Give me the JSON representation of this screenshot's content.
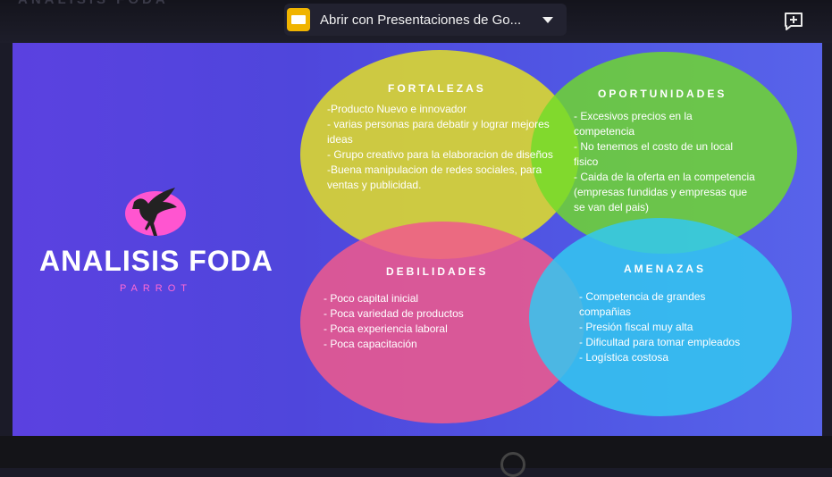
{
  "viewer": {
    "open_with_label": "Abrir con Presentaciones de Go...",
    "faded_title": "ANALISIS FODA"
  },
  "slide": {
    "title": "ANALISIS FODA",
    "subtitle": "PARROT",
    "quadrants": {
      "fortalezas": {
        "title": "FORTALEZAS",
        "items": [
          "-Producto Nuevo e innovador",
          "- varias personas para debatir y lograr mejores ideas",
          "- Grupo creativo para la elaboracion de diseños",
          "-Buena manipulacion de redes sociales, para ventas y publicidad."
        ]
      },
      "oportunidades": {
        "title": "OPORTUNIDADES",
        "items": [
          "- Excesivos precios en la competencia",
          "- No tenemos el costo de un local fisico",
          "- Caida de la oferta en la competencia (empresas fundidas y empresas que se van del pais)"
        ]
      },
      "debilidades": {
        "title": "DEBILIDADES",
        "items": [
          "- Poco capital inicial",
          "- Poca variedad de productos",
          "- Poca experiencia laboral",
          "- Poca capacitación"
        ]
      },
      "amenazas": {
        "title": "AMENAZAS",
        "items": [
          "- Competencia de grandes compañias",
          "- Presión fiscal muy alta",
          "- Dificultad para tomar empleados",
          "- Logística costosa"
        ]
      }
    }
  },
  "colors": {
    "fortalezas": "#e2de28",
    "oportunidades": "#70dc28",
    "debilidades": "#f05a8c",
    "amenazas": "#32c8f0",
    "brand_accent": "#ff55d0"
  },
  "icons": [
    "slides-icon",
    "dropdown-caret-icon",
    "add-comment-icon",
    "parrot-logo-icon"
  ]
}
